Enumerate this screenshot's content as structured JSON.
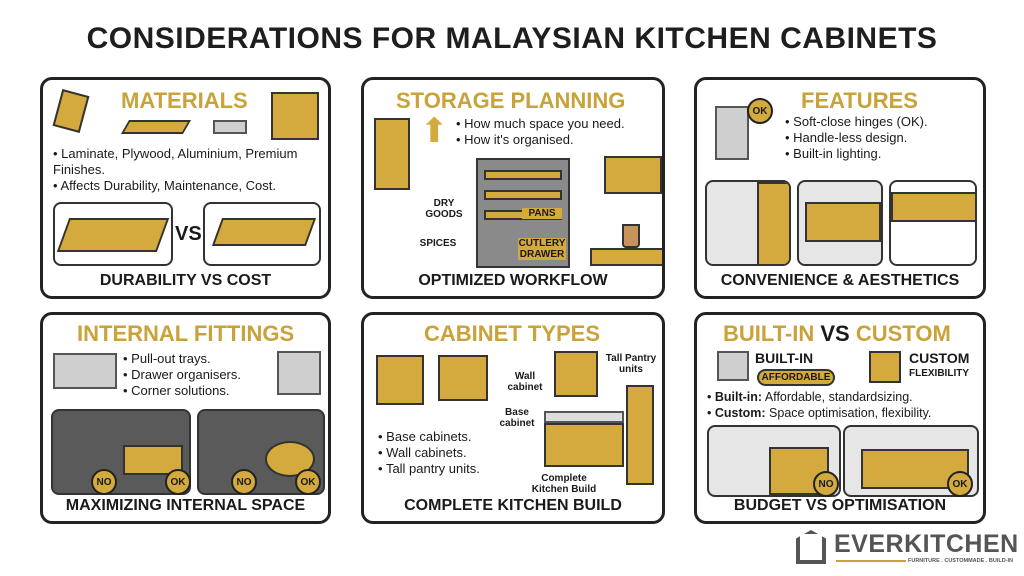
{
  "title": "CONSIDERATIONS FOR MALAYSIAN KITCHEN CABINETS",
  "colors": {
    "accent": "#C9A23A",
    "wood": "#D4AA3E",
    "outline": "#222222"
  },
  "panels": {
    "materials": {
      "title": "MATERIALS",
      "bullets": [
        "Laminate, Plywood, Aluminium, Premium Finishes.",
        "Affects Durability, Maintenance, Cost."
      ],
      "vs": "VS",
      "caption": "DURABILITY VS COST"
    },
    "storage": {
      "title": "STORAGE PLANNING",
      "bullets": [
        "How much space you need.",
        "How it's organised."
      ],
      "labels": {
        "dry_goods": "DRY GOODS",
        "spices": "SPICES",
        "pans": "PANS",
        "cutlery": "CUTLERY DRAWER"
      },
      "caption": "OPTIMIZED WORKFLOW"
    },
    "features": {
      "title": "FEATURES",
      "ok": "OK",
      "bullets": [
        "Soft-close hinges (OK).",
        "Handle-less design.",
        "Built-in lighting."
      ],
      "caption": "CONVENIENCE & AESTHETICS"
    },
    "fittings": {
      "title": "INTERNAL FITTINGS",
      "bullets": [
        "Pull-out trays.",
        "Drawer organisers.",
        "Corner solutions."
      ],
      "no": "NO",
      "ok": "OK",
      "caption": "MAXIMIZING INTERNAL SPACE"
    },
    "types": {
      "title": "CABINET TYPES",
      "labels": {
        "wall": "Wall cabinet",
        "tall": "Tall Pantry units",
        "base": "Base cabinet",
        "complete": "Complete Kitchen Build"
      },
      "bullets": [
        "Base cabinets.",
        "Wall cabinets.",
        "Tall pantry units."
      ],
      "caption": "COMPLETE KITCHEN BUILD"
    },
    "builtin": {
      "title_a": "BUILT-IN",
      "title_vs": "VS",
      "title_b": "CUSTOM",
      "builtin_label": "BUILT-IN",
      "affordable": "AFFORDABLE",
      "custom_label": "CUSTOM",
      "flexibility": "FLEXIBILITY",
      "bullets": [
        {
          "k": "Built-in:",
          "v": " Affordable, standardsizing."
        },
        {
          "k": "Custom:",
          "v": " Space optimisation, flexibility."
        }
      ],
      "no": "NO",
      "ok": "OK",
      "caption": "BUDGET VS OPTIMISATION"
    }
  },
  "logo": {
    "name": "EVERKITCHEN",
    "tagline": "FURNITURE . CUSTOMMADE . BUILD-IN"
  }
}
